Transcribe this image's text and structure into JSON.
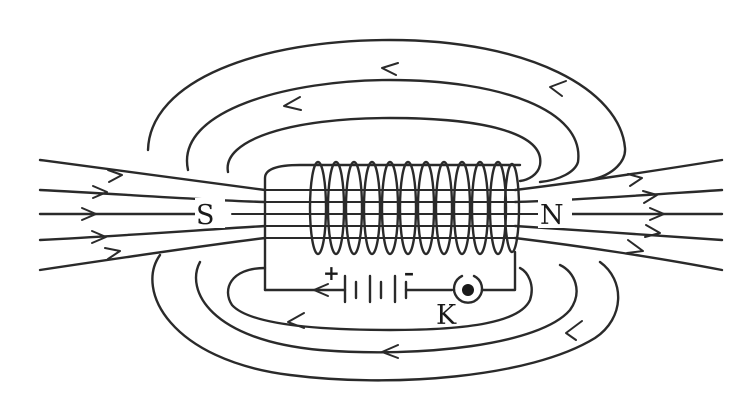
{
  "labels": {
    "south": "S",
    "north": "N",
    "key": "K",
    "plus": "+",
    "minus": "–"
  },
  "colors": {
    "ink": "#2a2a2a",
    "background": "#ffffff"
  }
}
